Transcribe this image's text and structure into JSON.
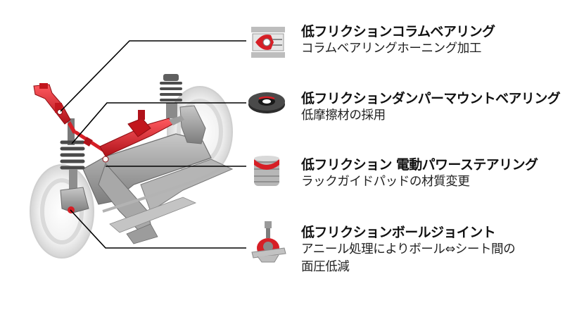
{
  "callouts": [
    {
      "title": "低フリクションコラムベアリング",
      "description": [
        "コラムベアリングホーニング加工"
      ],
      "icon": "column-bearing-icon"
    },
    {
      "title": "低フリクションダンパーマウントベアリング",
      "description": [
        "低摩擦材の採用"
      ],
      "icon": "damper-mount-bearing-icon"
    },
    {
      "title": "低フリクション 電動パワーステアリング",
      "description": [
        "ラックガイドパッドの材質変更"
      ],
      "icon": "rack-guide-pad-icon"
    },
    {
      "title": "低フリクションボールジョイント",
      "description": [
        "アニール処理によりボール⇔シート間の",
        "面圧低減"
      ],
      "icon": "ball-joint-icon"
    }
  ],
  "colors": {
    "accent": "#d61f26",
    "chassis": "#9a9a9a",
    "leader": "#000000"
  }
}
